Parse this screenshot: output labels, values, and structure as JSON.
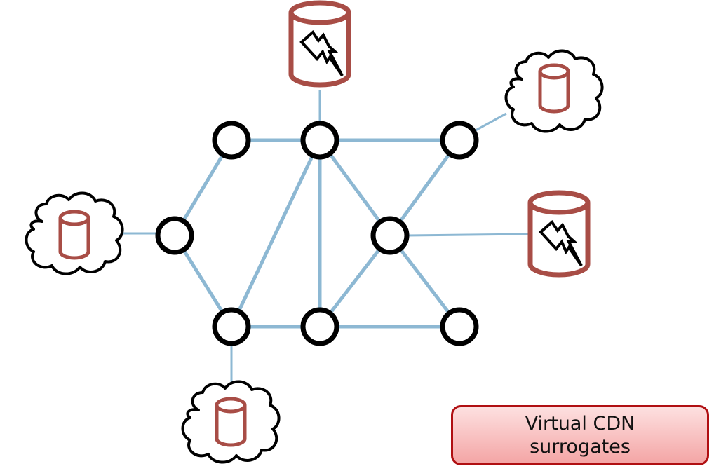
{
  "caption": {
    "line1": "Virtual CDN",
    "line2": "surrogates"
  },
  "colors": {
    "link": "#8db8d3",
    "node_stroke": "#000000",
    "storage_stroke": "#a84d46",
    "caption_border": "#b00f12",
    "caption_fill_top": "#fde0e0",
    "caption_fill_bottom": "#f4a5a5"
  },
  "icons": {
    "router": "circle-node-icon",
    "origin_server": "database-lightning-icon",
    "surrogate": "cloud-database-icon"
  },
  "network": {
    "routers": [
      "r1",
      "r2",
      "r3",
      "r4",
      "r5",
      "r6",
      "r7",
      "r8"
    ],
    "router_links": [
      [
        "r1",
        "r2"
      ],
      [
        "r2",
        "r3"
      ],
      [
        "r1",
        "r4"
      ],
      [
        "r4",
        "r5"
      ],
      [
        "r5",
        "r2"
      ],
      [
        "r2",
        "r6"
      ],
      [
        "r2",
        "r7"
      ],
      [
        "r3",
        "r7"
      ],
      [
        "r7",
        "r6"
      ],
      [
        "r7",
        "r8"
      ],
      [
        "r5",
        "r6"
      ],
      [
        "r6",
        "r8"
      ]
    ],
    "origin_servers": [
      "origin-top",
      "origin-right"
    ],
    "surrogates": [
      "surrogate-left",
      "surrogate-top-right",
      "surrogate-bottom"
    ],
    "attachments": [
      [
        "origin-top",
        "r2"
      ],
      [
        "origin-right",
        "r7"
      ],
      [
        "surrogate-left",
        "r4"
      ],
      [
        "surrogate-top-right",
        "r3"
      ],
      [
        "surrogate-bottom",
        "r5"
      ]
    ]
  }
}
